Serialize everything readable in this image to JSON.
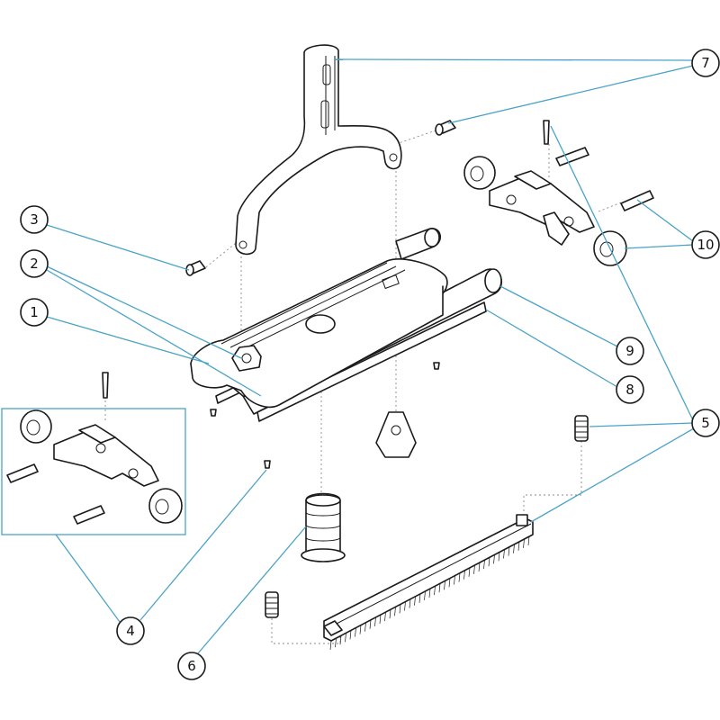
{
  "colors": {
    "leader_line": "#4aa3c6",
    "part_outline": "#1a1a1a",
    "background": "#ffffff",
    "callout_fill": "#ffffff"
  },
  "callouts": [
    {
      "id": "1",
      "label": "1"
    },
    {
      "id": "2",
      "label": "2"
    },
    {
      "id": "3",
      "label": "3"
    },
    {
      "id": "4",
      "label": "4"
    },
    {
      "id": "5",
      "label": "5"
    },
    {
      "id": "6",
      "label": "6"
    },
    {
      "id": "7",
      "label": "7"
    },
    {
      "id": "8",
      "label": "8"
    },
    {
      "id": "9",
      "label": "9"
    },
    {
      "id": "10",
      "label": "10"
    }
  ]
}
